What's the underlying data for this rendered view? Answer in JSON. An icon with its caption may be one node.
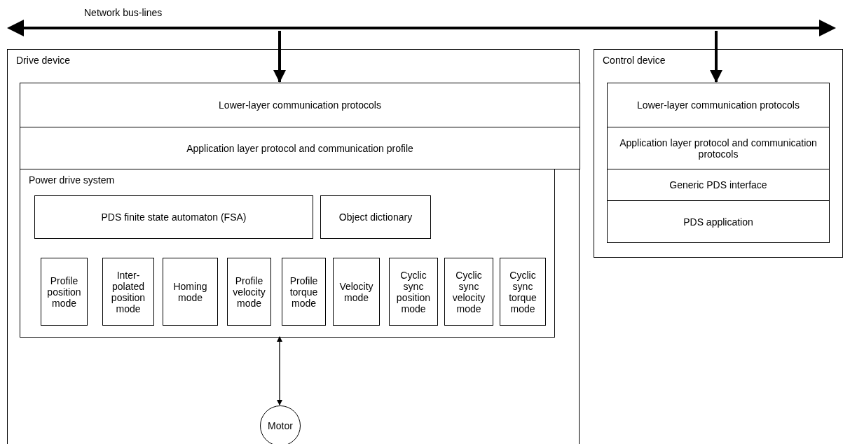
{
  "diagram": {
    "nodes": [
      {
        "text": [
          "Network bus-lines"
        ]
      },
      {
        "text": [
          "Drive device"
        ]
      },
      {
        "text": [
          "Lower-layer communication protocols"
        ],
        "in": 1
      },
      {
        "text": [
          "Application layer protocol and communication profile"
        ],
        "in": 1
      },
      {
        "text": [
          "Power drive system"
        ],
        "in": 1
      },
      {
        "text": [
          "PDS finite state automaton (FSA)"
        ],
        "in": 4
      },
      {
        "text": [
          "Object dictionary"
        ],
        "in": 4
      },
      {
        "text": [
          "Profile position mode"
        ],
        "in": 4
      },
      {
        "text": [
          "Inter- polated position mode"
        ],
        "in": 4
      },
      {
        "text": [
          "Homing mode"
        ],
        "in": 4
      },
      {
        "text": [
          "Profile velocity mode"
        ],
        "in": 4
      },
      {
        "text": [
          "Profile torque mode"
        ],
        "in": 4
      },
      {
        "text": [
          "Velocity mode"
        ],
        "in": 4
      },
      {
        "text": [
          "Cyclic sync position mode"
        ],
        "in": 4
      },
      {
        "text": [
          "Cyclic sync velocity mode"
        ],
        "in": 4
      },
      {
        "text": [
          "Cyclic sync torque mode"
        ],
        "in": 4
      },
      {
        "text": [
          "Motor"
        ],
        "in": 1
      },
      {
        "text": [
          "Control device"
        ]
      },
      {
        "text": [
          "Lower-layer communication protocols"
        ],
        "in": 17
      },
      {
        "text": [
          "Application layer protocol and communication protocols"
        ],
        "in": 17
      },
      {
        "text": [
          "Generic PDS interface"
        ],
        "in": 17
      },
      {
        "text": [
          "PDS application"
        ],
        "in": 17
      }
    ],
    "edges": [
      {
        "from": 0,
        "to": 2,
        "arrow": "to"
      },
      {
        "from": 0,
        "to": 18,
        "arrow": "to"
      },
      {
        "from": 4,
        "to": 16,
        "arrow": "both"
      }
    ]
  }
}
